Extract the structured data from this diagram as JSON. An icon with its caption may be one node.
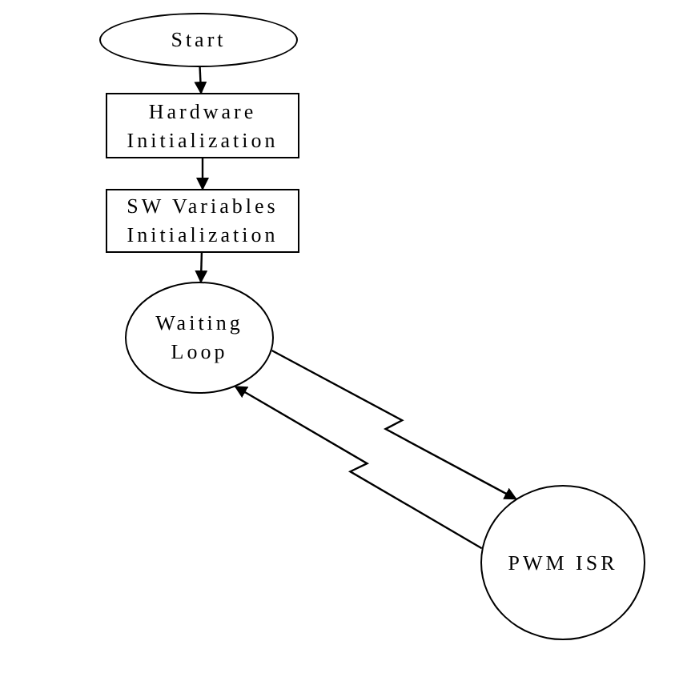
{
  "diagram": {
    "nodes": [
      {
        "text": [
          "Start"
        ]
      },
      {
        "text": [
          "Hardware Initialization"
        ]
      },
      {
        "text": [
          "SW Variables Initialization"
        ]
      },
      {
        "text": [
          "Waiting Loop"
        ]
      },
      {
        "text": [
          "PWM ISR"
        ]
      }
    ],
    "edges": [
      {
        "from": 0,
        "to": 1,
        "arrow": "to"
      },
      {
        "from": 1,
        "to": 2,
        "arrow": "to"
      },
      {
        "from": 2,
        "to": 3,
        "arrow": "to"
      },
      {
        "from": 3,
        "to": 4,
        "arrow": "to"
      },
      {
        "from": 4,
        "to": 3,
        "arrow": "to"
      }
    ]
  }
}
